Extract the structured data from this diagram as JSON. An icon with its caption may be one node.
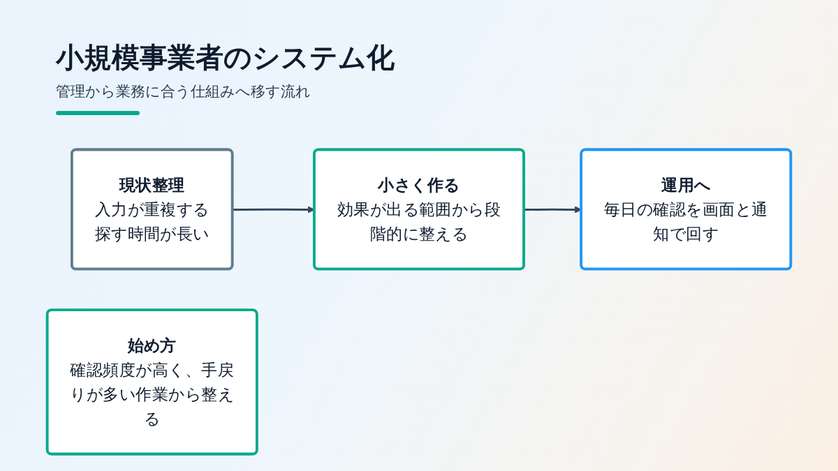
{
  "diagram": {
    "title": "小規模事業者のシステム化",
    "nodes": [
      {
        "text": [
          "現状整理",
          "入力が重複する",
          "探す時間が長い"
        ]
      },
      {
        "text": [
          "小さく作る",
          "効果が出る範囲から段階的に整える"
        ]
      },
      {
        "text": [
          "運用へ",
          "毎日の確認を画面と通知で回す"
        ]
      },
      {
        "text": [
          "始め方",
          "確認頻度が高く、手戻りが多い作業から整える"
        ]
      }
    ],
    "edges": [
      {
        "from": 0,
        "to": 1,
        "arrow": "to"
      },
      {
        "from": 1,
        "to": 2,
        "arrow": "to"
      }
    ],
    "labels": [
      "管理から業務に合う仕組みへ移す流れ"
    ]
  }
}
